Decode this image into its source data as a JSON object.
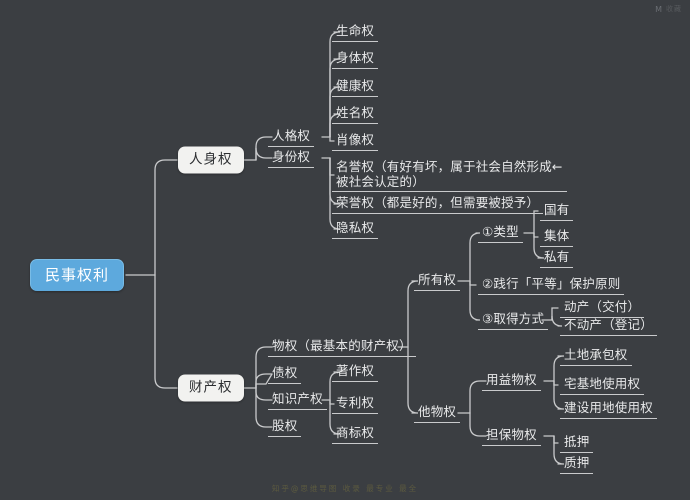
{
  "diagram": {
    "type": "mindmap",
    "title": "民事权利",
    "theme": {
      "background": "#3b3e42",
      "root_fill": "#5da9dd",
      "root_text": "#ffffff",
      "branch_fill": "#f2f2f0",
      "branch_text": "#2c2e31",
      "leaf_text": "#e8e9ea",
      "link_color": "#c9cacc"
    }
  },
  "nodes": {
    "root": "民事权利",
    "b1": "人身权",
    "b1_c1": "人格权",
    "b1_c2": "身份权",
    "l_shengming": "生命权",
    "l_shenti": "身体权",
    "l_jiankang": "健康权",
    "l_xingming": "姓名权",
    "l_xiaoxiang": "肖像权",
    "l_mingyu": "名誉权（有好有坏，属于社会自然形成←\n被社会认定的）",
    "l_rongyu": "荣誉权（都是好的，但需要被授予）",
    "l_yinsi": "隐私权",
    "b2": "财产权",
    "b2_c1": "物权（最基本的财产权）",
    "b2_c2": "债权",
    "b2_c3": "知识产权",
    "b2_c4": "股权",
    "l_zhuzuo": "著作权",
    "l_zhuanli": "专利权",
    "l_shangbiao": "商标权",
    "wq_c1": "所有权",
    "wq_c2": "他物权",
    "sy_1": "①类型",
    "sy_2": "②践行「平等」保护原则",
    "sy_3": "③取得方式",
    "sy_1_a": "国有",
    "sy_1_b": "集体",
    "sy_1_c": "私有",
    "sy_3_a": "动产（交付）",
    "sy_3_b": "不动产（登记）",
    "tw_1": "用益物权",
    "tw_2": "担保物权",
    "yy_a": "土地承包权",
    "yy_b": "宅基地使用权",
    "yy_c": "建设用地使用权",
    "db_a": "抵押",
    "db_b": "质押"
  },
  "watermark": {
    "top_mark": "M",
    "top_text": "收藏",
    "bottom_text": "知乎@思维导图  收录  最专业  最全"
  }
}
